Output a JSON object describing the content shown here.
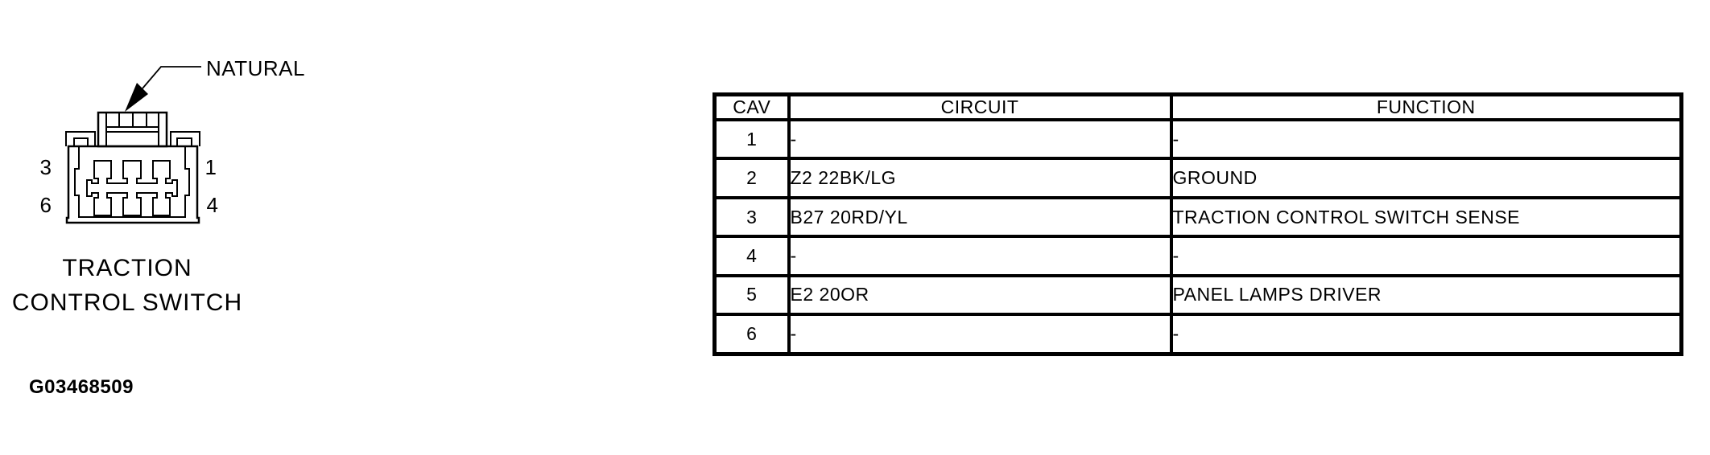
{
  "diagram": {
    "connector_color_label": "NATURAL",
    "pin_labels": {
      "top_left": "3",
      "top_right": "1",
      "bottom_left": "6",
      "bottom_right": "4"
    },
    "caption_line1": "TRACTION",
    "caption_line2": "CONTROL SWITCH",
    "figure_id": "G03468509"
  },
  "table": {
    "headers": [
      "CAV",
      "CIRCUIT",
      "FUNCTION"
    ],
    "rows": [
      {
        "cav": "1",
        "circuit": "-",
        "function": "-"
      },
      {
        "cav": "2",
        "circuit": "Z2 22BK/LG",
        "function": "GROUND"
      },
      {
        "cav": "3",
        "circuit": "B27 20RD/YL",
        "function": "TRACTION CONTROL SWITCH SENSE"
      },
      {
        "cav": "4",
        "circuit": "-",
        "function": "-"
      },
      {
        "cav": "5",
        "circuit": "E2 20OR",
        "function": "PANEL LAMPS DRIVER"
      },
      {
        "cav": "6",
        "circuit": "-",
        "function": "-"
      }
    ]
  },
  "colors": {
    "ink": "#000000",
    "background": "#ffffff"
  }
}
